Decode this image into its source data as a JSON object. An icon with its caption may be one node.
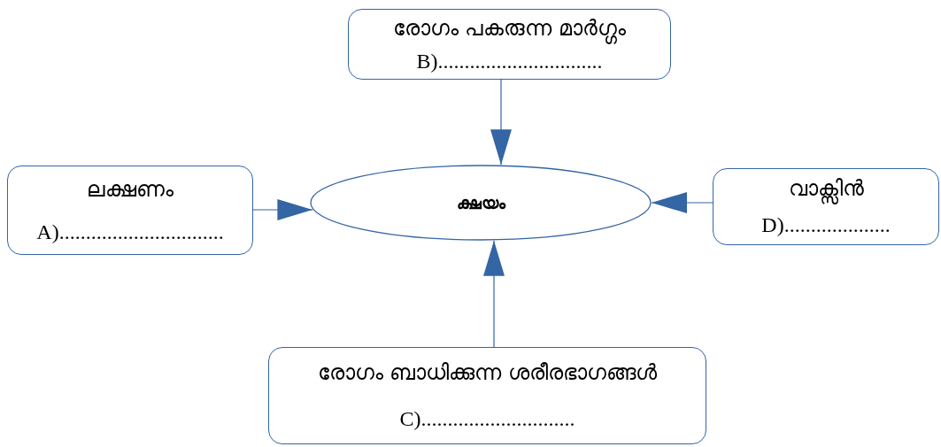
{
  "diagram": {
    "nodes": [
      {
        "text": [
          "രോഗം പകരുന്ന മാർഗ്ഗം",
          "B)..............................."
        ]
      },
      {
        "text": [
          "ലക്ഷണം",
          "A)..............................."
        ]
      },
      {
        "text": [
          "ക്ഷയം"
        ]
      },
      {
        "text": [
          "വാക്സിൻ",
          "D)...................."
        ]
      },
      {
        "text": [
          "രോഗം ബാധിക്കുന്ന ശരീരഭാഗങ്ങൾ",
          "C)............................."
        ]
      }
    ],
    "edges": [
      {
        "from": 0,
        "to": 2,
        "arrow": "to"
      },
      {
        "from": 1,
        "to": 2,
        "arrow": "to"
      },
      {
        "from": 3,
        "to": 2,
        "arrow": "to"
      },
      {
        "from": 4,
        "to": 2,
        "arrow": "to"
      }
    ]
  }
}
